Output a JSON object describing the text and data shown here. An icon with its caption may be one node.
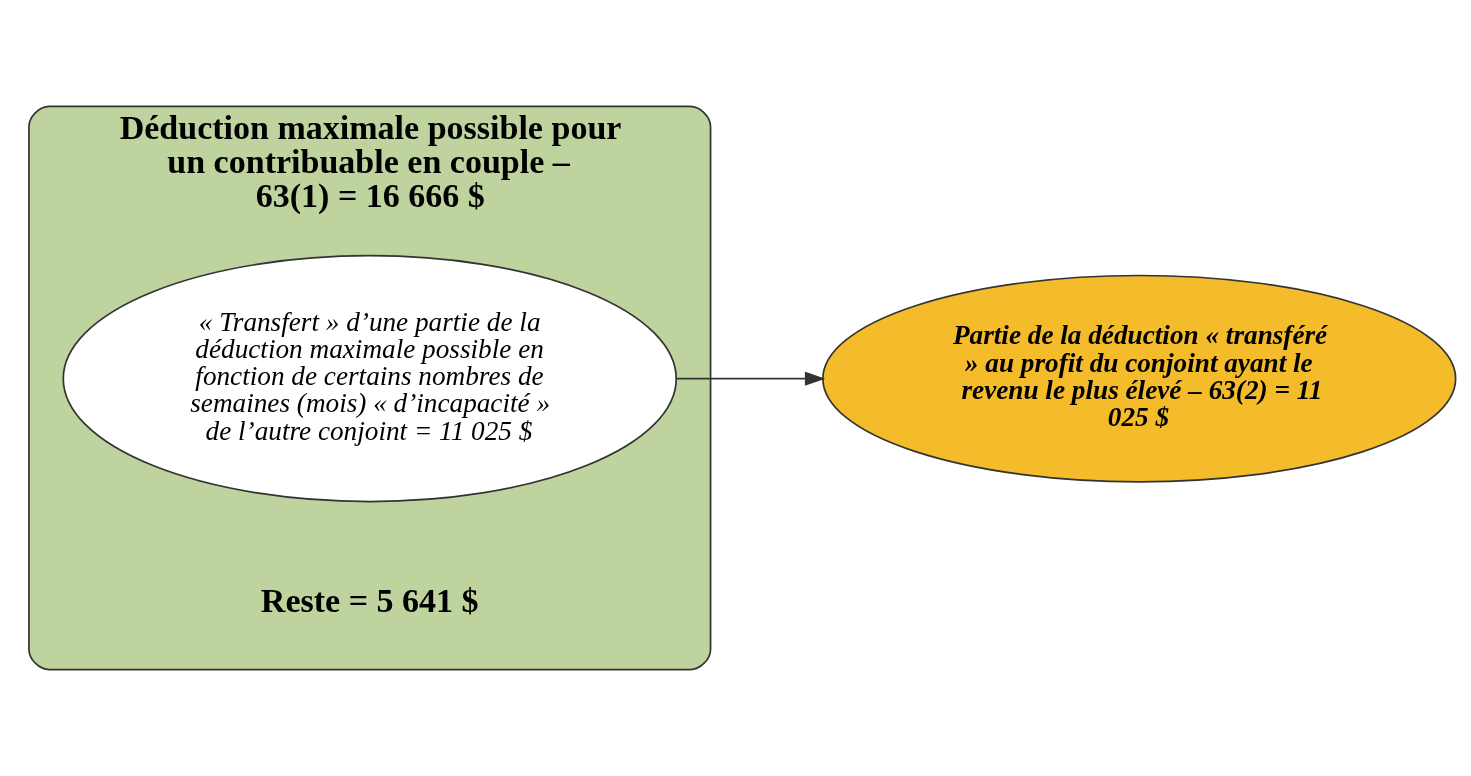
{
  "diagram": {
    "nodes": [
      {
        "text": [
          "Déduction maximale possible pour un contribuable en couple – 63(1) = 16 666 $",
          "Reste = 5 641 $"
        ]
      },
      {
        "text": [
          "« Transfert » d’une partie de la déduction maximale possible en fonction de certains nombres de semaines (mois) « d’incapacité » de l’autre conjoint = 11 025 $"
        ],
        "in": 0
      },
      {
        "text": [
          "Partie de la déduction « transféré » au profit du conjoint ayant le revenu le plus élevé – 63(2) = 11 025 $"
        ]
      }
    ],
    "edges": [
      {
        "from": 1,
        "to": 2,
        "arrow": "to"
      }
    ]
  }
}
